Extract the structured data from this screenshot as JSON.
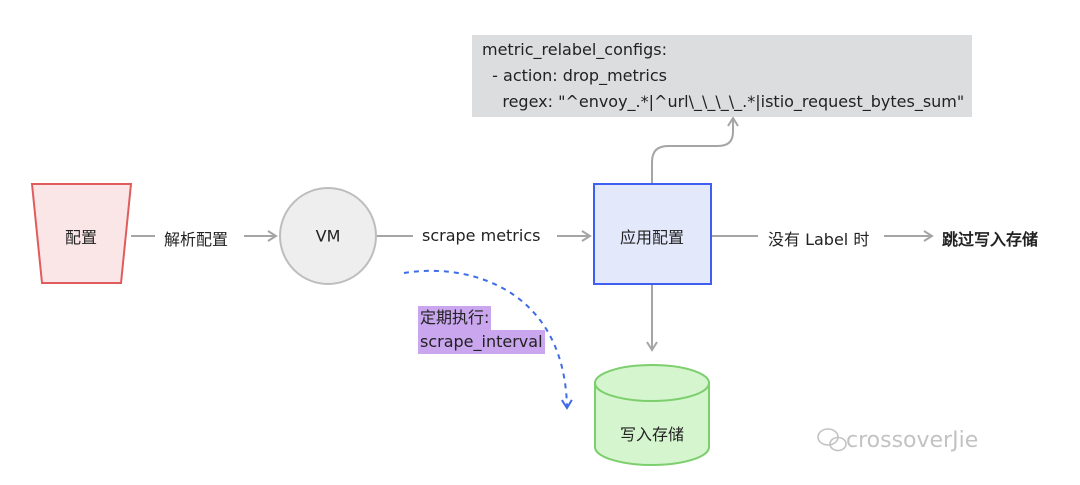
{
  "code_block": {
    "lines": [
      "metric_relabel_configs:",
      "  - action: drop_metrics",
      "    regex: \"^envoy_.*|^url\\_\\_\\_\\_.*|istio_request_bytes_sum\""
    ]
  },
  "nodes": {
    "config": "配置",
    "vm": "VM",
    "apply": "应用配置",
    "storage": "写入存储"
  },
  "edges": {
    "parse": "解析配置",
    "scrape": "scrape metrics",
    "no_label": "没有 Label 时",
    "skip": "跳过写入存储"
  },
  "schedule": {
    "line1": "定期执行:",
    "line2": "scrape_interval"
  },
  "watermark": "crossoverJie",
  "colors": {
    "config_fill": "#fae6e6",
    "config_stroke": "#e05c5c",
    "vm_fill": "#eeeeee",
    "vm_stroke": "#bdbdbd",
    "apply_fill": "#e3e8fb",
    "apply_stroke": "#3f5ef2",
    "storage_fill": "#d5f5cf",
    "storage_stroke": "#7ccf6c",
    "arrow": "#a5a5a5",
    "dashed": "#3f6de6",
    "purple": "#c9a6ee"
  }
}
